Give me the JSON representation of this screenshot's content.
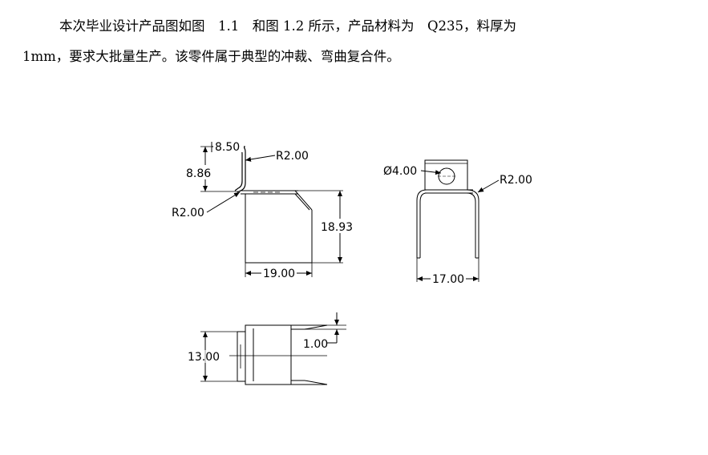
{
  "paragraph": {
    "line1": "本次毕业设计产品图如图　1.1　和图 1.2 所示，产品材料为　Q235，料厚为",
    "line2": "1mm，要求大批量生产。该零件属于典型的冲裁、弯曲复合件。"
  },
  "drawing": {
    "front_view": {
      "dim_width_top": "8.50",
      "dim_radius_upper": "R2.00",
      "dim_height_flange": "8.86",
      "dim_radius_lower": "R2.00",
      "dim_height_body": "18.93",
      "dim_width_body": "19.00"
    },
    "side_view": {
      "dim_hole": "Ø4.00",
      "dim_radius": "R2.00",
      "dim_width": "17.00"
    },
    "top_view": {
      "dim_height": "13.00",
      "dim_thickness": "1.00"
    }
  }
}
